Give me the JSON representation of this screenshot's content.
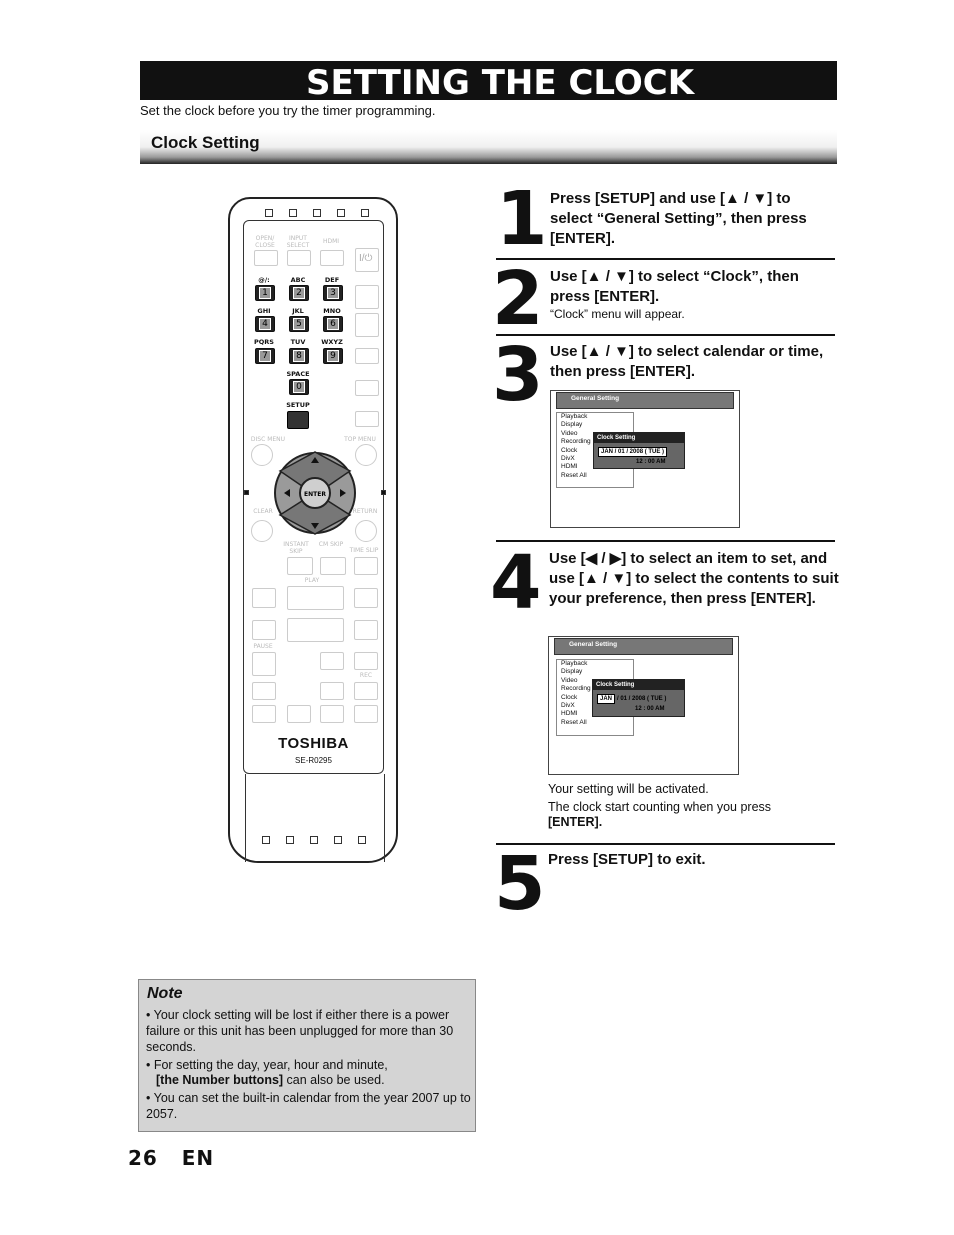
{
  "page_title": "SETTING THE CLOCK",
  "intro": "Set the clock before you try the timer programming.",
  "section_heading": "Clock Setting",
  "remote": {
    "faint_labels": [
      "OPEN/ CLOSE",
      "INPUT SELECT",
      "HDMI",
      "I/⏻",
      "DISC MENU",
      "TOP MENU",
      "CLEAR",
      "RETURN",
      "INSTANT SKIP",
      "CM SKIP",
      "TIME SLIP",
      "PLAY",
      "PAUSE",
      "REC",
      "SETUP"
    ],
    "key_labels": [
      "@/:",
      "ABC",
      "DEF",
      "GHI",
      "JKL",
      "MNO",
      "PQRS",
      "TUV",
      "WXYZ"
    ],
    "keys": [
      "1",
      "2",
      "3",
      "4",
      "5",
      "6",
      "7",
      "8",
      "9"
    ],
    "space_label": "SPACE",
    "zero_key": "0",
    "setup_label": "SETUP",
    "enter_label": "ENTER",
    "brand": "TOSHIBA",
    "model": "SE-R0295"
  },
  "steps": [
    {
      "number": "1",
      "title": "Press [SETUP] and use [▲ / ▼] to select “General Setting”, then press [ENTER]."
    },
    {
      "number": "2",
      "title": "Use [▲ / ▼] to select “Clock”, then press [ENTER].",
      "sub": "“Clock” menu will appear."
    },
    {
      "number": "3",
      "title": "Use [▲ / ▼] to select calendar or time, then press [ENTER]."
    },
    {
      "number": "4",
      "title": "Use [◀ / ▶] to select an item to set, and use [▲ / ▼] to select the contents to suit your preference, then press [ENTER]."
    },
    {
      "number": "5",
      "title": "Press [SETUP] to exit."
    }
  ],
  "screen": {
    "header": "General Setting",
    "menu_items": [
      "Playback",
      "Display",
      "Video",
      "Recording",
      "Clock",
      "DivX",
      "HDMI",
      "Reset All"
    ],
    "popup_title": "Clock Setting",
    "date_value": "JAN / 01 / 2008 ( TUE )",
    "time_value": "12 : 00 AM",
    "date_highlight_step4": "JAN",
    "date_rest_step4": "/ 01 / 2008 ( TUE )"
  },
  "after_step4": {
    "line1": "Your setting will be activated.",
    "line2": "The clock start counting when you press",
    "line3": "[ENTER]."
  },
  "note": {
    "title": "Note",
    "items": [
      "• Your clock setting will be lost if either there is a power failure or this unit has been unplugged for more than 30 seconds.",
      "• For setting the day, year, hour and minute,",
      "[the Number buttons]",
      " can also be used.",
      "• You can set the built-in calendar from the year 2007 up to 2057."
    ]
  },
  "page_number": "26   EN"
}
